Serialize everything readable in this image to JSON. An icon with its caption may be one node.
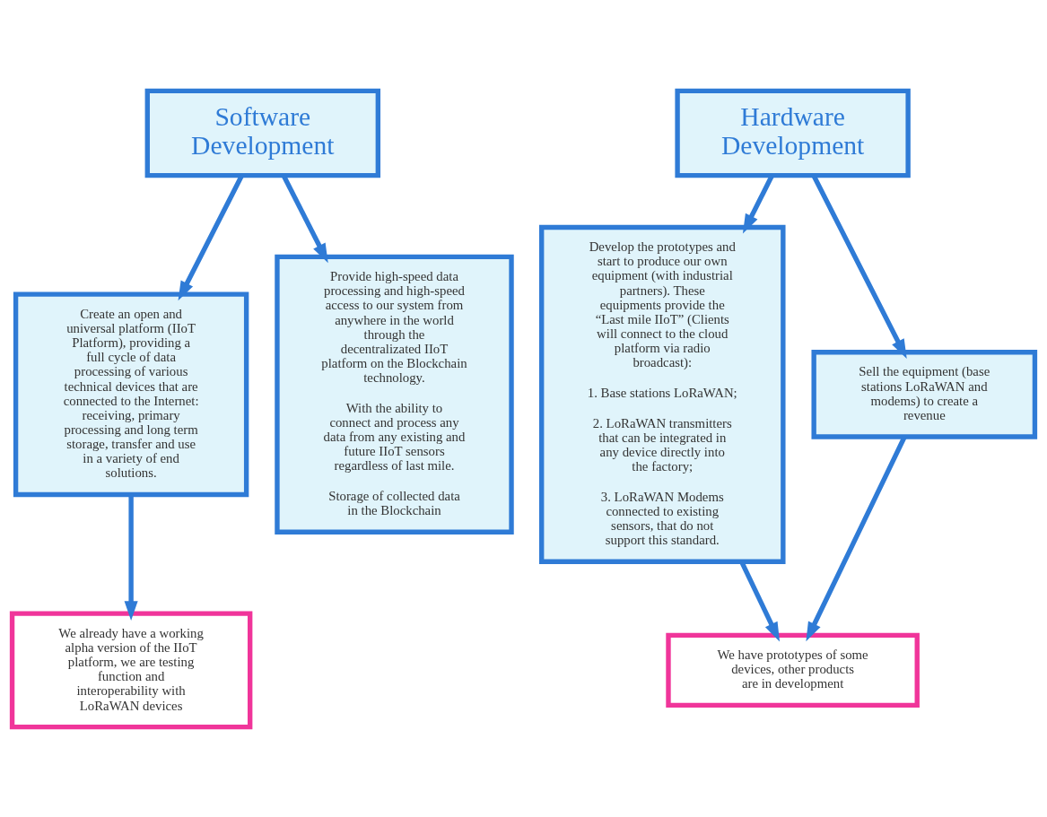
{
  "diagram": {
    "nodes": [
      {
        "text": [
          "Software Development"
        ]
      },
      {
        "text": [
          "Hardware Development"
        ]
      },
      {
        "text": [
          "Create an open and universal platform (IIoT Platform), providing a full cycle of data processing of various technical devices that are connected to the Internet: receiving, primary processing and long term storage, transfer and use in a variety of end solutions."
        ]
      },
      {
        "text": [
          "Provide high-speed data processing and high-speed access to our system from anywhere in the world through the decentralizated IIoT platform on the Blockchain technology.",
          "With the ability to connect and process any data from any existing and future IIoT sensors regardless of last mile.",
          "Storage of collected data in the Blockchain"
        ]
      },
      {
        "text": [
          "Develop the prototypes and start to produce our own equipment (with industrial partners). These equipments provide the “Last mile IIoT” (Clients will connect to the cloud platform via radio broadcast):",
          "1. Base stations LoRaWAN;",
          "2. LoRaWAN transmitters that can be integrated in any device directly into the factory;",
          "3. LoRaWAN Modems connected to existing sensors, that do not support this standard."
        ]
      },
      {
        "text": [
          "Sell the equipment (base stations LoRaWAN and modems) to create a revenue"
        ]
      },
      {
        "text": [
          "We already have a working alpha version of the IIoT platform, we are testing function and interoperability with LoRaWAN devices"
        ]
      },
      {
        "text": [
          "We have prototypes of some devices, other products are in development"
        ]
      }
    ],
    "edges": [
      {
        "from": 0,
        "to": 2,
        "arrow": "to"
      },
      {
        "from": 0,
        "to": 3,
        "arrow": "to"
      },
      {
        "from": 1,
        "to": 4,
        "arrow": "to"
      },
      {
        "from": 1,
        "to": 5,
        "arrow": "to"
      },
      {
        "from": 2,
        "to": 6,
        "arrow": "to"
      },
      {
        "from": 5,
        "to": 7,
        "arrow": "to"
      },
      {
        "from": 4,
        "to": 7,
        "arrow": "to"
      }
    ]
  }
}
